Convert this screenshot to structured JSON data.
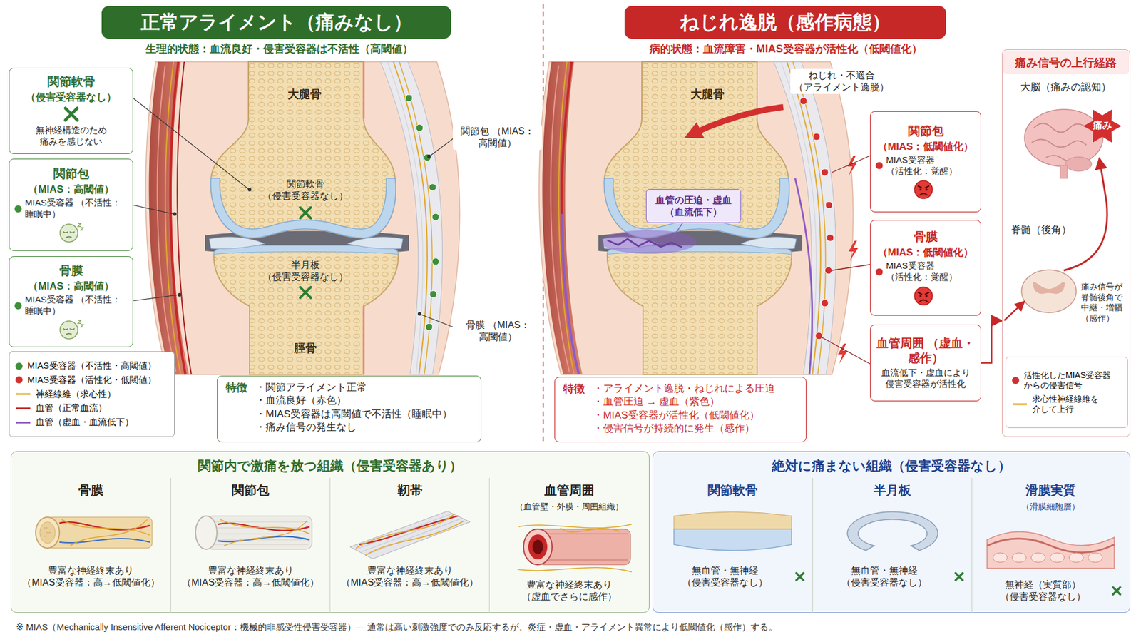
{
  "diagram": {
    "caption": "※ MIAS（Mechanically Insensitive Afferent Nociceptor：機械的非感受性侵害受容器）— 通常は高い刺激強度でのみ反応するが、炎症・虚血・アライメント異常により低閾値化（感作）する。",
    "nodes": [
      {
        "text": [
          "正常アライメント（痛みなし）"
        ]
      },
      {
        "text": [
          "関節軟骨",
          "（侵害受容器なし）",
          "無神経構造のため 痛みを感じない"
        ]
      },
      {
        "text": [
          "関節包",
          "（MIAS：高閾値）",
          "MIAS受容器 （不活性：睡眠中）"
        ]
      },
      {
        "text": [
          "骨膜",
          "（MIAS：高閾値）",
          "MIAS受容器 （不活性：睡眠中）"
        ]
      },
      {
        "text": [
          "特徴",
          "・関節アライメント正常",
          "・血流良好（赤色）",
          "・MIAS受容器は高閾値で不活性（睡眠中）",
          "・痛み信号の発生なし"
        ]
      },
      {
        "text": [
          "ねじれ逸脱（感作病態）"
        ]
      },
      {
        "text": [
          "血管の圧迫・虚血 （血流低下）"
        ]
      },
      {
        "text": [
          "関節包",
          "（MIAS：低閾値化）",
          "MIAS受容器 （活性化：覚醒）"
        ]
      },
      {
        "text": [
          "骨膜",
          "（MIAS：低閾値化）",
          "MIAS受容器 （活性化：覚醒）"
        ]
      },
      {
        "text": [
          "血管周囲 （虚血・感作）",
          "血流低下・虚血により 侵害受容器が活性化"
        ]
      },
      {
        "text": [
          "特徴",
          "・アライメント逸脱・ねじれによる圧迫",
          "・血管圧迫 → 虚血（紫色）",
          "・MIAS受容器が活性化（低閾値化）",
          "・侵害信号が持続的に発生（感作）"
        ]
      },
      {
        "text": [
          "痛み信号の上行経路",
          "大脳（痛みの認知）",
          "脊髄（後角）",
          "痛み信号が 脊髄後角で 中継・増幅 （感作）"
        ]
      },
      {
        "text": [
          "関節内で激痛を放つ組織（侵害受容器あり）"
        ]
      },
      {
        "text": [
          "骨膜",
          "豊富な神経終末あり （MIAS受容器：高→低閾値化）"
        ],
        "in": 12
      },
      {
        "text": [
          "関節包",
          "豊富な神経終末あり （MIAS受容器：高→低閾値化）"
        ],
        "in": 12
      },
      {
        "text": [
          "靭帯",
          "豊富な神経終末あり （MIAS受容器：高→低閾値化）"
        ],
        "in": 12
      },
      {
        "text": [
          "血管周囲",
          "（血管壁・外膜・周囲組織）",
          "豊富な神経終末あり （虚血でさらに感作）"
        ],
        "in": 12
      },
      {
        "text": [
          "絶対に痛まない組織（侵害受容器なし）"
        ]
      },
      {
        "text": [
          "関節軟骨",
          "無血管・無神経 （侵害受容器なし）"
        ],
        "in": 17
      },
      {
        "text": [
          "半月板",
          "無血管・無神経 （侵害受容器なし）"
        ],
        "in": 17
      },
      {
        "text": [
          "滑膜実質",
          "（滑膜細胞層）",
          "無神経（実質部） （侵害受容器なし）"
        ],
        "in": 17
      }
    ],
    "edges": [
      {
        "from": 9,
        "to": 11,
        "arrow": "to"
      }
    ],
    "labels": [
      "生理的状態：血流良好・侵害受容器は不活性（高閾値）",
      "大腿骨",
      "関節軟骨 （侵害受容器なし）",
      "半月板 （侵害受容器なし）",
      "脛骨",
      "関節包 （MIAS：高閾値）",
      "骨膜 （MIAS：高閾値）",
      "病的状態：血流障害・MIAS受容器が活性化（低閾値化）",
      "大腿骨",
      "ねじれ・不適合 （アライメント逸脱）",
      "痛み"
    ],
    "legend": [
      {
        "text": "MIAS受容器（不活性・高閾値）",
        "color": "#3f8f3a"
      },
      {
        "text": "MIAS受容器（活性化・低閾値）",
        "color": "#d32f2f"
      },
      {
        "text": "神経線維（求心性）"
      },
      {
        "text": "血管（正常血流）"
      },
      {
        "text": "血管（虚血・血流低下）"
      },
      {
        "text": "活性化したMIAS受容器 からの侵害信号",
        "color": "#d32f2f"
      },
      {
        "text": "求心性神経線維を 介して上行"
      }
    ]
  }
}
